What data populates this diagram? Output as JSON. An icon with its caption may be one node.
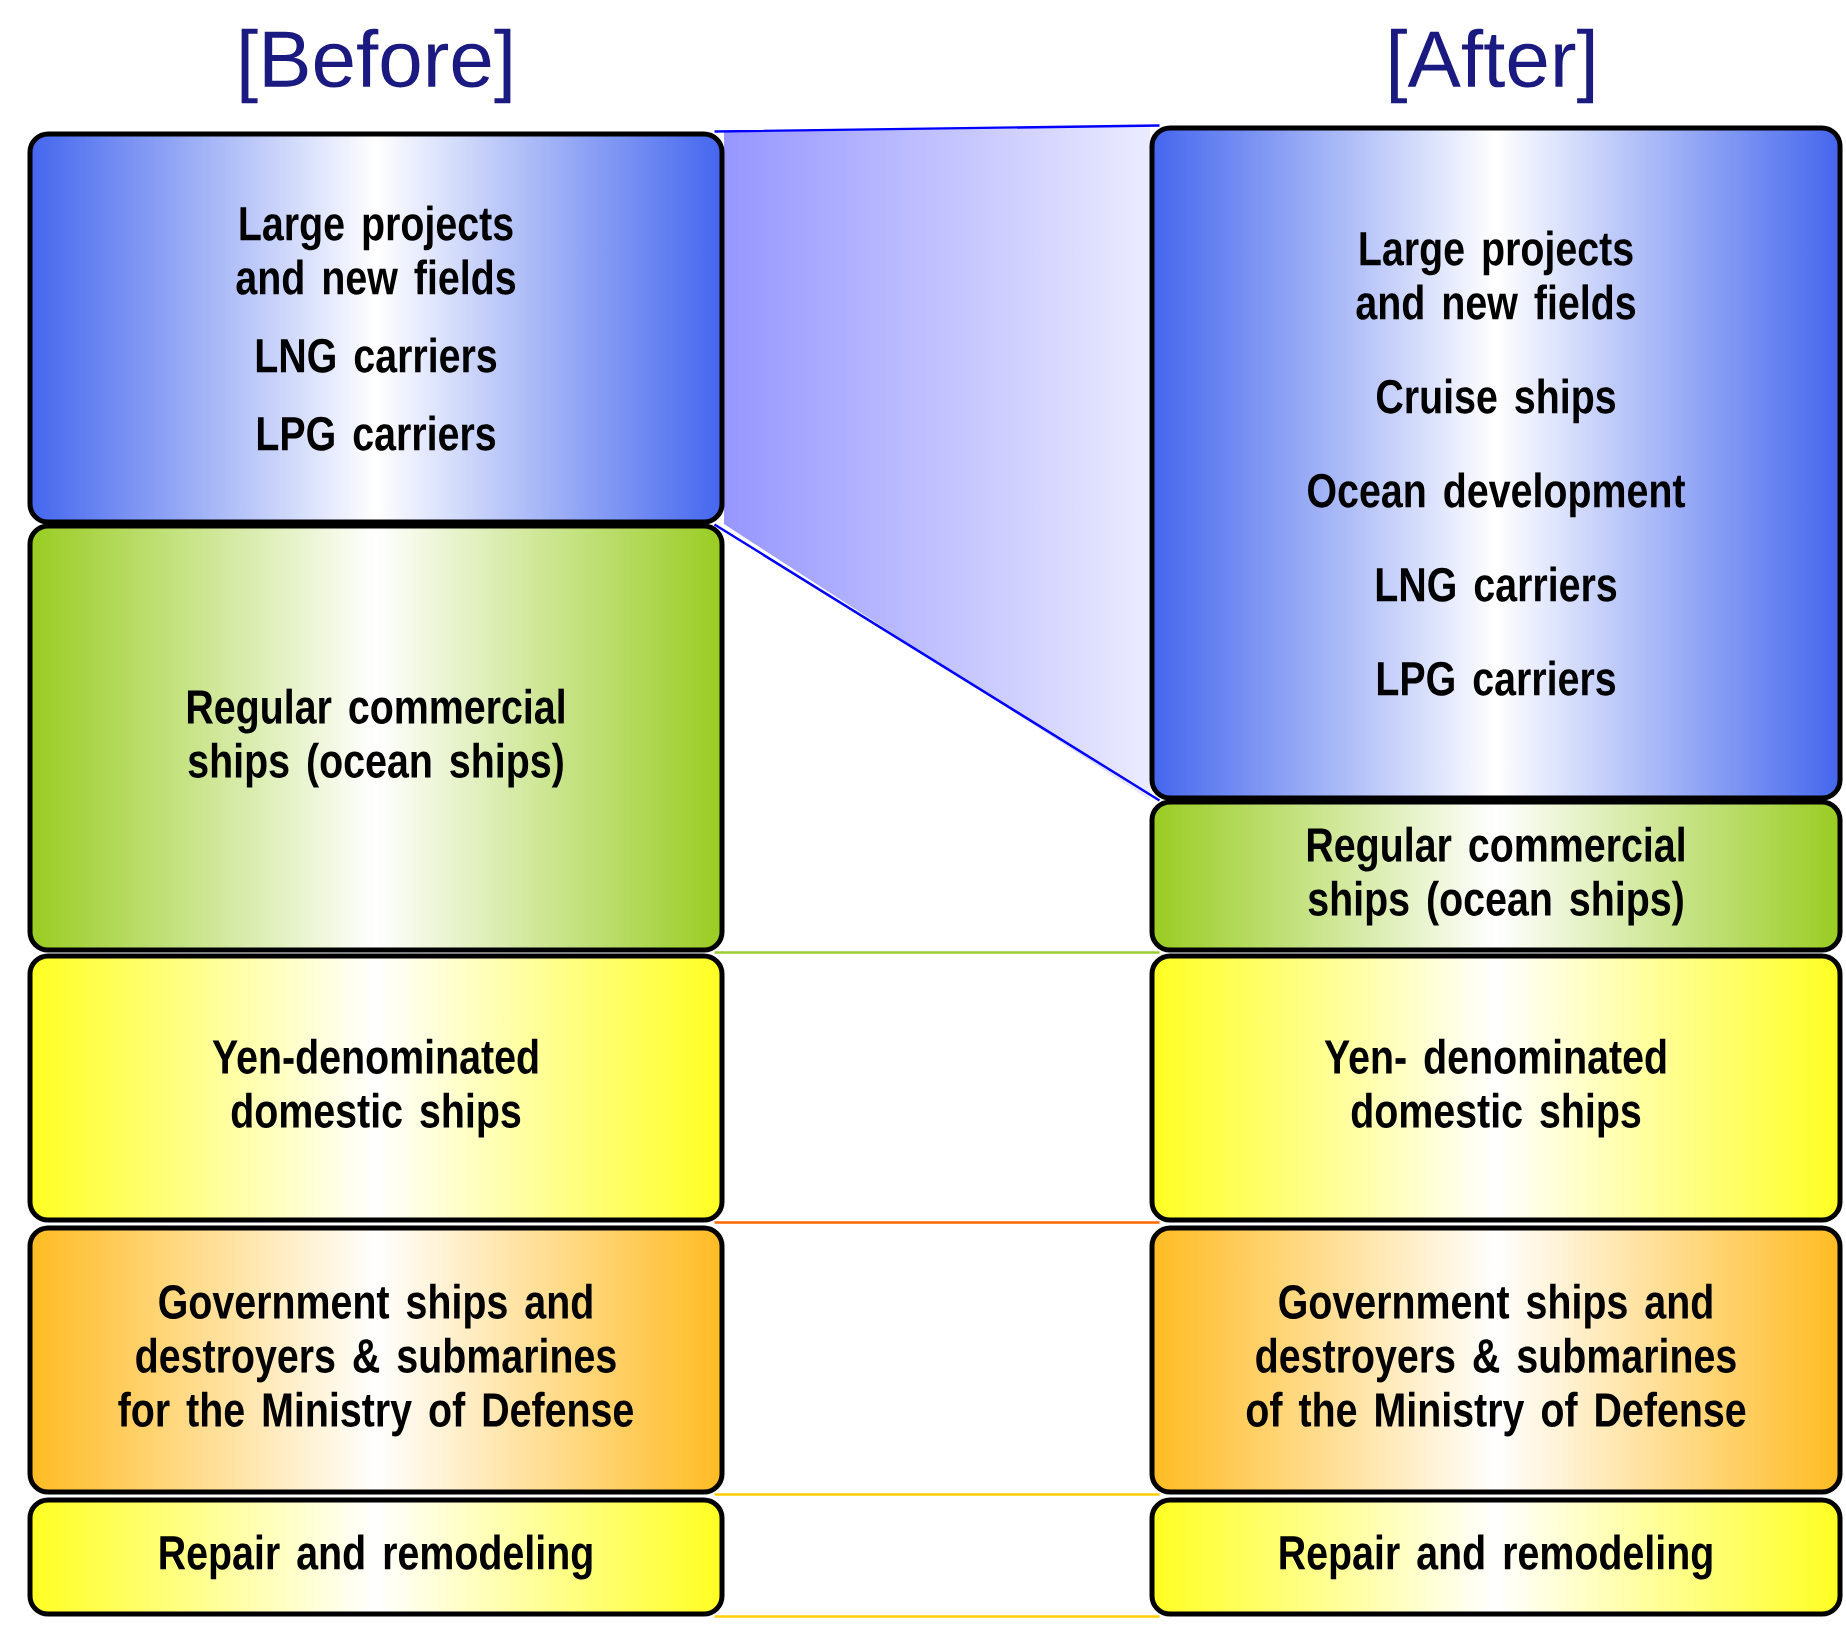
{
  "diagram": {
    "nodes": [
      {
        "text": [
          "Large projects and new fields",
          "LNG carriers",
          "LPG carriers"
        ]
      },
      {
        "text": [
          "Regular commercial ships (ocean ships)"
        ]
      },
      {
        "text": [
          "Yen-denominated domestic ships"
        ]
      },
      {
        "text": [
          "Government ships and destroyers & submarines for the Ministry of Defense"
        ]
      },
      {
        "text": [
          "Repair and remodeling"
        ]
      },
      {
        "text": [
          "Large projects and new fields",
          "Cruise ships",
          "Ocean development",
          "LNG carriers",
          "LPG carriers"
        ]
      },
      {
        "text": [
          "Regular commercial ships (ocean ships)"
        ]
      },
      {
        "text": [
          "Yen- denominated domestic ships"
        ]
      },
      {
        "text": [
          "Government ships and destroyers & submarines of the Ministry of Defense"
        ]
      },
      {
        "text": [
          "Repair and remodeling"
        ]
      }
    ],
    "edges": [
      {
        "from": 0,
        "to": 5,
        "arrow": "none",
        "color": "#0000ff"
      },
      {
        "from": 1,
        "to": 6,
        "arrow": "none",
        "color": "#99cc33"
      },
      {
        "from": 2,
        "to": 7,
        "arrow": "none",
        "color": "#ff6600"
      },
      {
        "from": 3,
        "to": 8,
        "arrow": "none",
        "color": "#ffcc00"
      },
      {
        "from": 4,
        "to": 9,
        "arrow": "none",
        "color": "#ffcc00"
      }
    ],
    "labels": [
      "[Before]",
      "[After]"
    ]
  }
}
